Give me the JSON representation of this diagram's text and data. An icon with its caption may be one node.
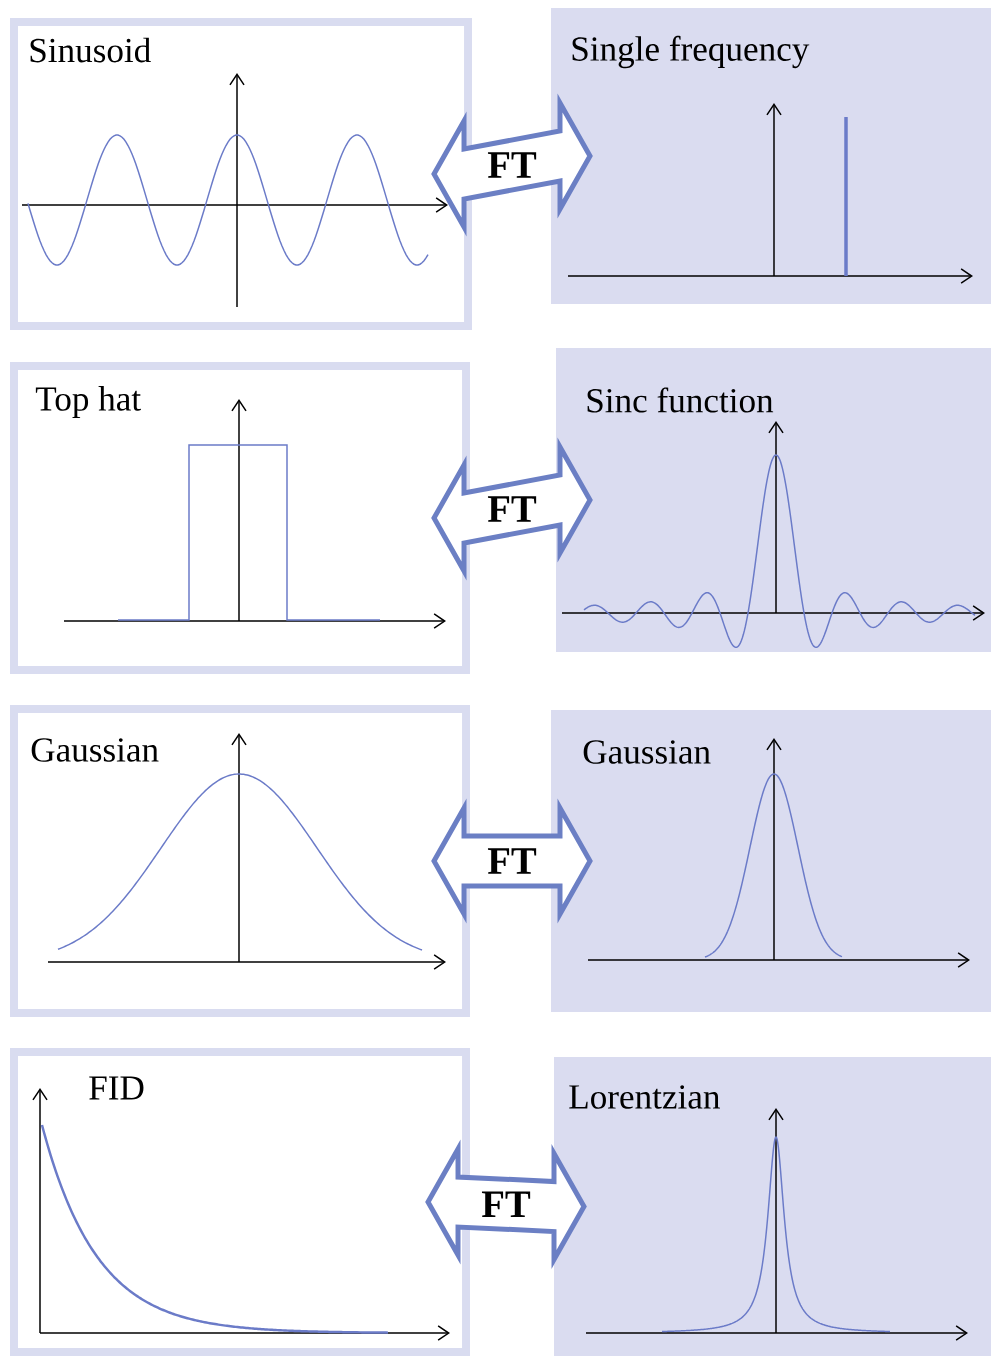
{
  "diagram": {
    "nodes": [
      {
        "text": [
          "Sinusoid"
        ]
      },
      {
        "text": [
          "Single frequency"
        ]
      },
      {
        "text": [
          "Top hat"
        ]
      },
      {
        "text": [
          "Sinc function"
        ]
      },
      {
        "text": [
          "Gaussian"
        ]
      },
      {
        "text": [
          "Gaussian"
        ]
      },
      {
        "text": [
          "FID"
        ]
      },
      {
        "text": [
          "Lorentzian"
        ]
      }
    ],
    "edges": [
      {
        "from": 0,
        "to": 1,
        "arrow": "both",
        "label": "FT"
      },
      {
        "from": 2,
        "to": 3,
        "arrow": "both",
        "label": "FT"
      },
      {
        "from": 4,
        "to": 5,
        "arrow": "both",
        "label": "FT"
      },
      {
        "from": 6,
        "to": 7,
        "arrow": "both",
        "label": "FT"
      }
    ]
  }
}
